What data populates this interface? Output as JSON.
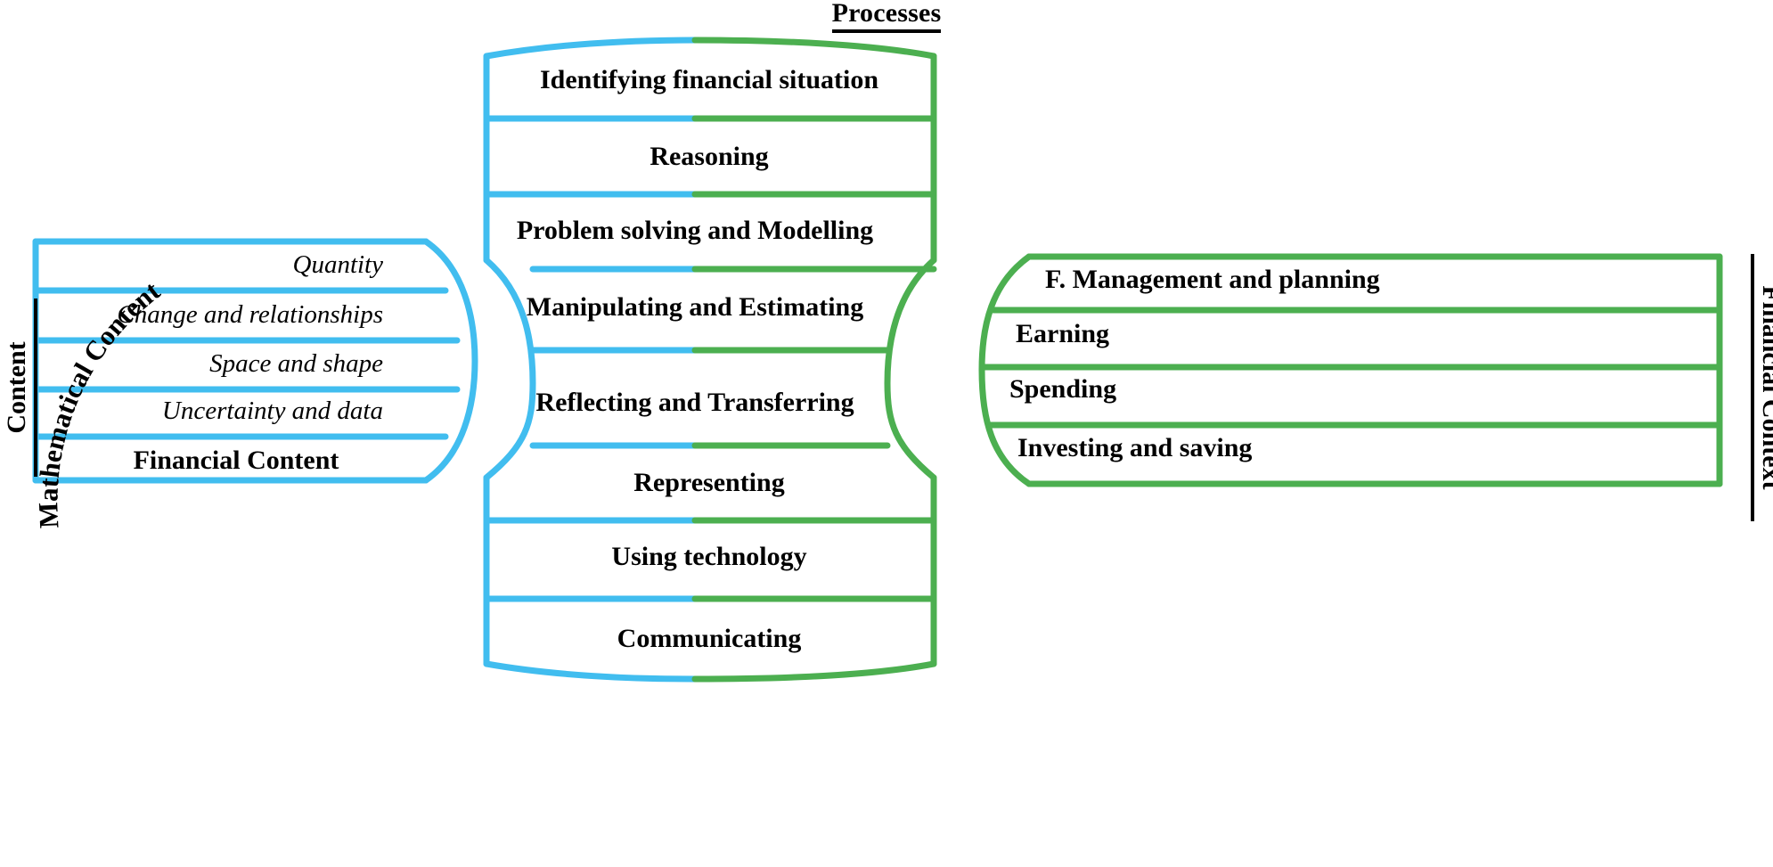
{
  "colors": {
    "blue": "#41BDEF",
    "green": "#4CAF50",
    "green_dark": "#3C9E4D",
    "text": "#000000",
    "background": "#FFFFFF"
  },
  "headers": {
    "processes": "Processes",
    "content_vertical": "Content",
    "financial_context_vertical": "Financial Context"
  },
  "left_panel": {
    "arc_label": "Mathematical Content",
    "rows": [
      {
        "label": "Quantity",
        "style": "italic"
      },
      {
        "label": "Change and relationships",
        "style": "italic"
      },
      {
        "label": "Space and shape",
        "style": "italic"
      },
      {
        "label": "Uncertainty and data",
        "style": "italic"
      },
      {
        "label": "Financial Content",
        "style": "bold"
      }
    ]
  },
  "middle_panel": {
    "rows": [
      {
        "label": "Identifying financial situation"
      },
      {
        "label": "Reasoning"
      },
      {
        "label": "Problem solving and Modelling"
      },
      {
        "label": "Manipulating and Estimating"
      },
      {
        "label": "Reflecting and Transferring"
      },
      {
        "label": "Representing"
      },
      {
        "label": "Using technology"
      },
      {
        "label": "Communicating"
      }
    ]
  },
  "right_panel": {
    "rows": [
      {
        "label": "F. Management and planning"
      },
      {
        "label": "Earning"
      },
      {
        "label": "Spending"
      },
      {
        "label": "Investing and saving"
      }
    ]
  }
}
